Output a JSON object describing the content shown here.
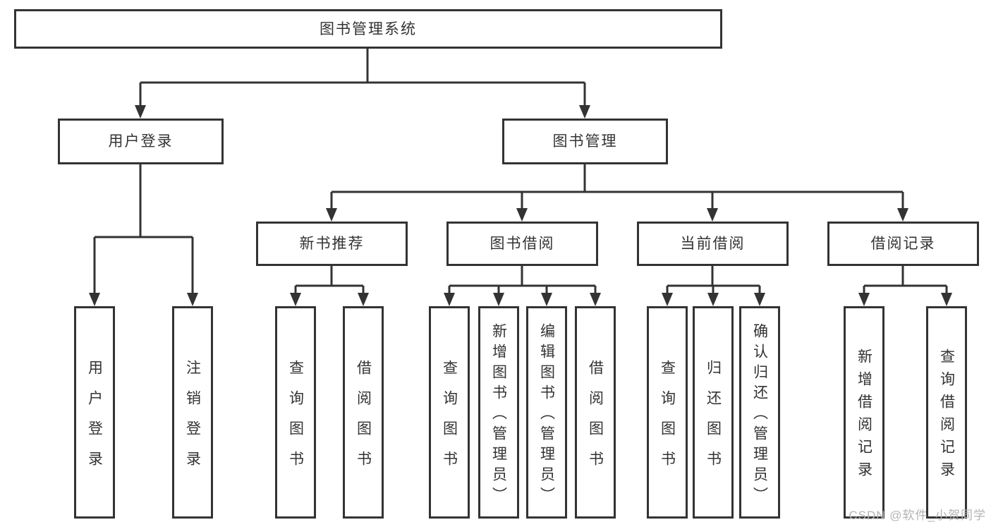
{
  "diagram_type": "hierarchy-tree",
  "tree": {
    "root": "图书管理系统",
    "children": [
      {
        "label": "用户登录",
        "children": [
          {
            "label": "用户登录"
          },
          {
            "label": "注销登录"
          }
        ]
      },
      {
        "label": "图书管理",
        "children": [
          {
            "label": "新书推荐",
            "children": [
              {
                "label": "查询图书"
              },
              {
                "label": "借阅图书"
              }
            ]
          },
          {
            "label": "图书借阅",
            "children": [
              {
                "label": "查询图书"
              },
              {
                "label": "新增图书（管理员）"
              },
              {
                "label": "编辑图书（管理员）"
              },
              {
                "label": "借阅图书"
              }
            ]
          },
          {
            "label": "当前借阅",
            "children": [
              {
                "label": "查询图书"
              },
              {
                "label": "归还图书"
              },
              {
                "label": "确认归还（管理员）"
              }
            ]
          },
          {
            "label": "借阅记录",
            "children": [
              {
                "label": "新增借阅记录"
              },
              {
                "label": "查询借阅记录"
              }
            ]
          }
        ]
      }
    ]
  },
  "watermark": "CSDN @软件_小贺同学",
  "colors": {
    "line": "#333333",
    "text": "#333333",
    "box_fill": "#ffffff",
    "background": "#ffffff",
    "watermark": "#b4b4b4"
  }
}
